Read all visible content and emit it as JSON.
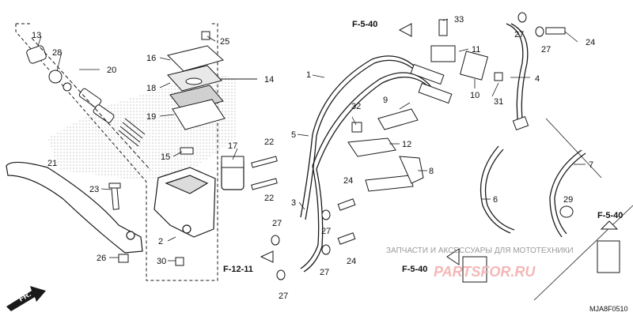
{
  "title": "",
  "reference_labels": {
    "f540_top": "F-5-40",
    "f540_bottom": "F-5-40",
    "f540_right": "F-5-40",
    "f1211": "F-12-11"
  },
  "direction_label": "FR.",
  "diagram_code": "MJA8F0510",
  "watermark": {
    "top_text": "ЗАПЧАСТИ И АКСЕССУАРЫ ДЛЯ МОТОТЕХНИКИ",
    "brand_text": "PARTSFOR.RU"
  },
  "callouts": {
    "c1": "1",
    "c2": "2",
    "c3": "3",
    "c4": "4",
    "c5": "5",
    "c6": "6",
    "c7": "7",
    "c8": "8",
    "c9": "9",
    "c10": "10",
    "c11": "11",
    "c12": "12",
    "c13": "13",
    "c14": "14",
    "c15": "15",
    "c16": "16",
    "c17": "17",
    "c18": "18",
    "c19": "19",
    "c20": "20",
    "c21": "21",
    "c22a": "22",
    "c22b": "22",
    "c23": "23",
    "c24a": "24",
    "c24b": "24",
    "c24c": "24",
    "c25": "25",
    "c26": "26",
    "c27a": "27",
    "c27b": "27",
    "c27c": "27",
    "c27d": "27",
    "c27e": "27",
    "c27f": "27",
    "c28": "28",
    "c29": "29",
    "c30": "30",
    "c31": "31",
    "c32": "32",
    "c33": "33"
  },
  "colors": {
    "line": "#1a1a1a",
    "stipple": "#bdbdbd",
    "watermark_gray": "#9a9a9a",
    "watermark_red": "#f4b7b7"
  }
}
